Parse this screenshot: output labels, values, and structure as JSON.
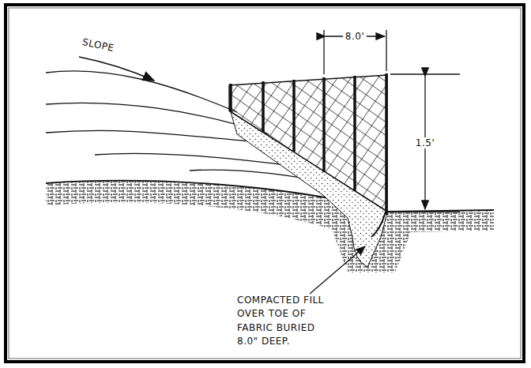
{
  "diagram": {
    "labels": [
      "SLOPE",
      "8.0'",
      "1.5'",
      "COMPACTED FILL OVER TOE OF FABRIC BURIED 8.0\" DEEP."
    ]
  }
}
